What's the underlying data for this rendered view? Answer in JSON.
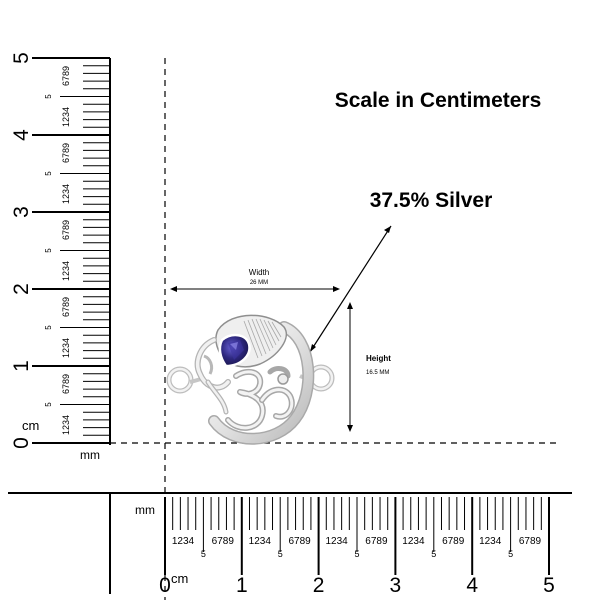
{
  "title": "Scale in Centimeters",
  "material_label": "37.5% Silver",
  "width_label": "Width",
  "width_value": "26 MM",
  "height_label": "Height",
  "height_value": "16.5 MM",
  "unit_cm": "cm",
  "unit_mm": "mm",
  "cm_numbers": [
    "0",
    "1",
    "2",
    "3",
    "4",
    "5"
  ],
  "mm_digits_group_a": "1234",
  "mm_digits_five": "5",
  "mm_digits_group_b": "6789",
  "colors": {
    "silver_light": "#f4f4f4",
    "silver_mid": "#cfcfcf",
    "silver_dark": "#8a8a8a",
    "gem": "#2b2470",
    "gem_highlight": "#5b55c0",
    "line": "#000000"
  }
}
